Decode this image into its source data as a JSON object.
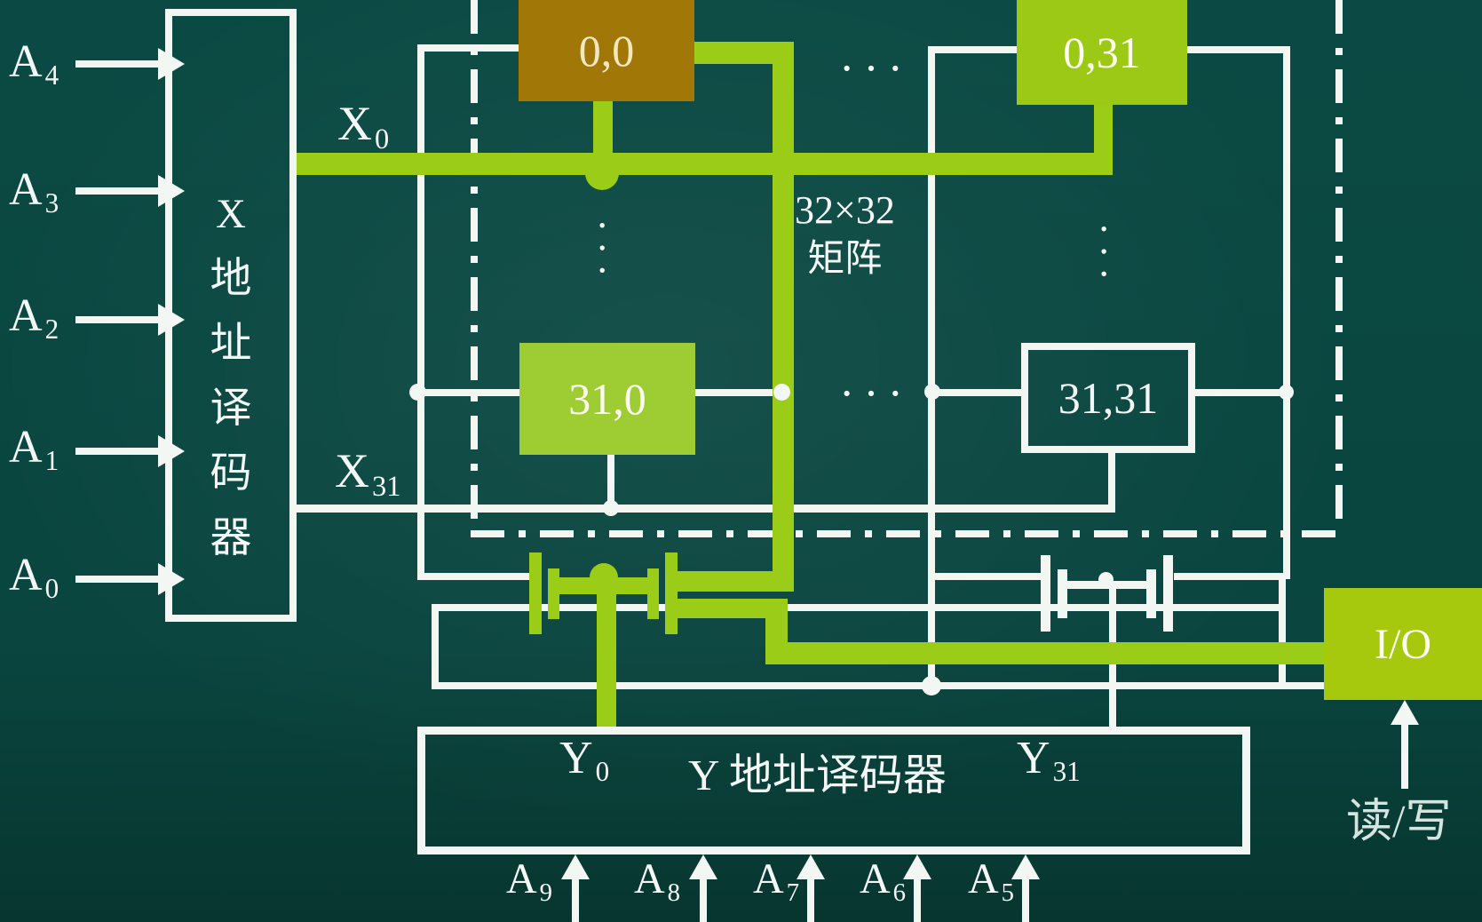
{
  "title": "32x32 memory cell matrix with address decoders",
  "colors": {
    "background": "#0a453f",
    "wire_white": "#f2f7f4",
    "highlight_green": "#9bcc17",
    "cell_green": "#9cc916",
    "cell_green_alt": "#9ecd33",
    "cell_brown": "#a17708",
    "io_green": "#a6c90e"
  },
  "left_inputs": {
    "items": [
      {
        "base": "A",
        "sub": "4"
      },
      {
        "base": "A",
        "sub": "3"
      },
      {
        "base": "A",
        "sub": "2"
      },
      {
        "base": "A",
        "sub": "1"
      },
      {
        "base": "A",
        "sub": "0"
      }
    ]
  },
  "x_decoder": {
    "label": "X地址译码器",
    "chars": [
      "X",
      "地",
      "址",
      "译",
      "码",
      "器"
    ]
  },
  "row_lines": {
    "x0": {
      "base": "X",
      "sub": "0"
    },
    "x31": {
      "base": "X",
      "sub": "31"
    }
  },
  "matrix": {
    "size_label_line1": "32×32",
    "size_label_line2": "矩阵",
    "cells": {
      "c00": "0,0",
      "c031": "0,31",
      "c310": "31,0",
      "c3131": "31,31"
    },
    "ellipsis_h": "···",
    "ellipsis_v": "···"
  },
  "y_decoder": {
    "title": "Y 地址译码器",
    "y0": {
      "base": "Y",
      "sub": "0"
    },
    "y31": {
      "base": "Y",
      "sub": "31"
    }
  },
  "bottom_inputs": {
    "items": [
      {
        "base": "A",
        "sub": "9"
      },
      {
        "base": "A",
        "sub": "8"
      },
      {
        "base": "A",
        "sub": "7"
      },
      {
        "base": "A",
        "sub": "6"
      },
      {
        "base": "A",
        "sub": "5"
      }
    ]
  },
  "io": {
    "label": "I/O",
    "read_write_label": "读/写"
  }
}
